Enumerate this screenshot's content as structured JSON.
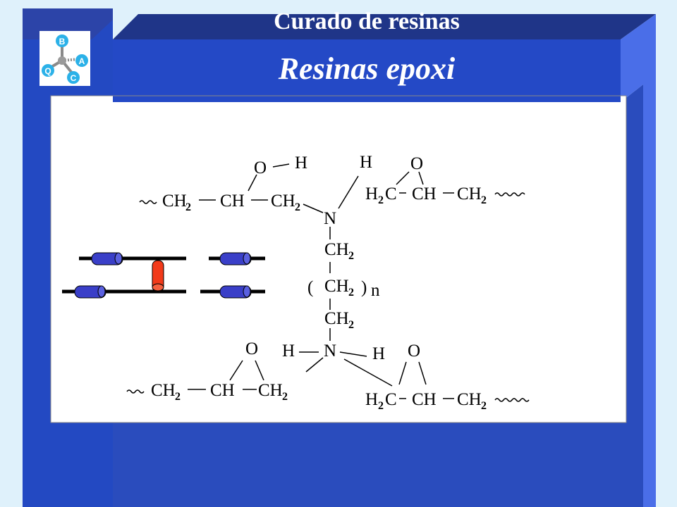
{
  "slide": {
    "subtitle": "Curado de resinas",
    "title": "Resinas epoxi"
  },
  "logo": {
    "letters": [
      "B",
      "A",
      "C",
      "Q"
    ]
  },
  "diagram": {
    "atoms": {
      "O": "O",
      "H": "H",
      "N": "N",
      "CH": "CH",
      "C": "C",
      "n": "n",
      "sub2": "2"
    }
  },
  "colors": {
    "background": "#dff1fb",
    "slide_blue": "#2f4fbf",
    "banner_blue": "#2448c4",
    "dark_blue": "#1a2f8a",
    "cylinder_blue": "#3a3fc8",
    "cylinder_red": "#f23a1a"
  }
}
